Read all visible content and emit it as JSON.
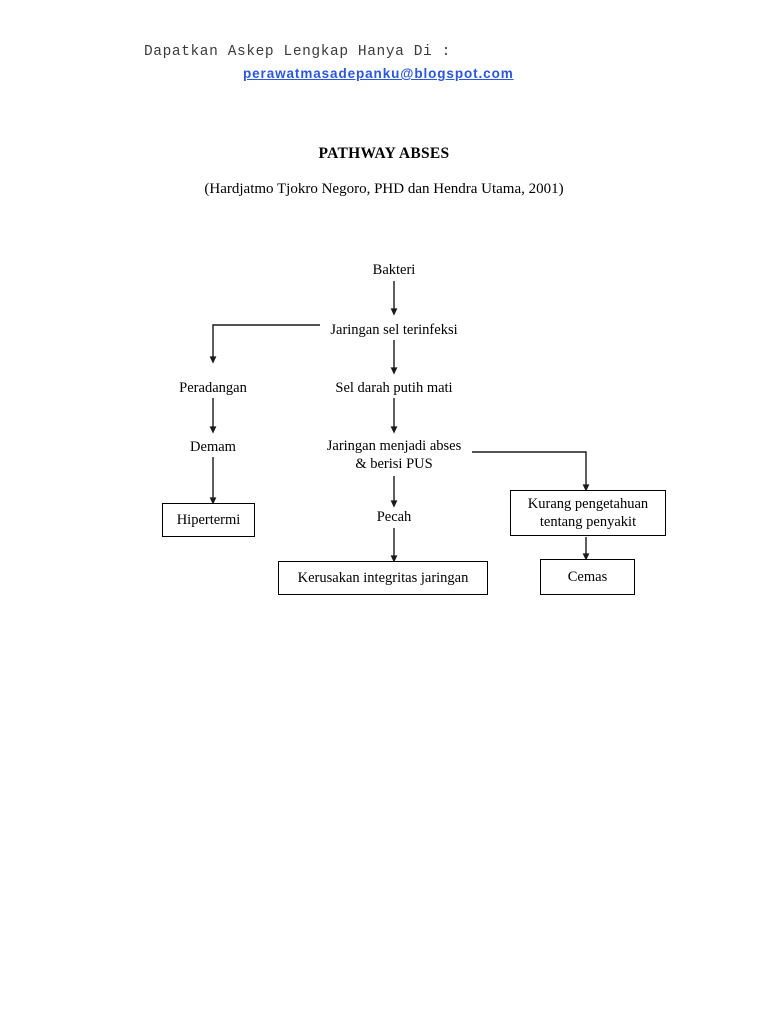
{
  "header": {
    "line1": "Dapatkan Askep Lengkap Hanya Di :",
    "email_link": "perawatmasadepanku@blogspot.com",
    "link_color": "#2a57dd"
  },
  "title": {
    "heading": "PATHWAY ABSES",
    "attribution": "(Hardjatmo Tjokro Negoro, PHD dan Hendra Utama, 2001)"
  },
  "diagram": {
    "line_color": "#1a1a1a",
    "nodes": {
      "bakteri": "Bakteri",
      "jaringan_sel_terinfeksi": "Jaringan sel terinfeksi",
      "peradangan": "Peradangan",
      "sel_darah_putih_mati": "Sel darah putih mati",
      "demam": "Demam",
      "jaringan_abses_l1": "Jaringan menjadi abses",
      "jaringan_abses_l2": "& berisi PUS",
      "pecah": "Pecah"
    },
    "boxes": {
      "hipertermi": "Hipertermi",
      "kerusakan_integritas": "Kerusakan integritas jaringan",
      "kurang_pengetahuan_l1": "Kurang pengetahuan",
      "kurang_pengetahuan_l2": "tentang penyakit",
      "cemas": "Cemas"
    }
  }
}
